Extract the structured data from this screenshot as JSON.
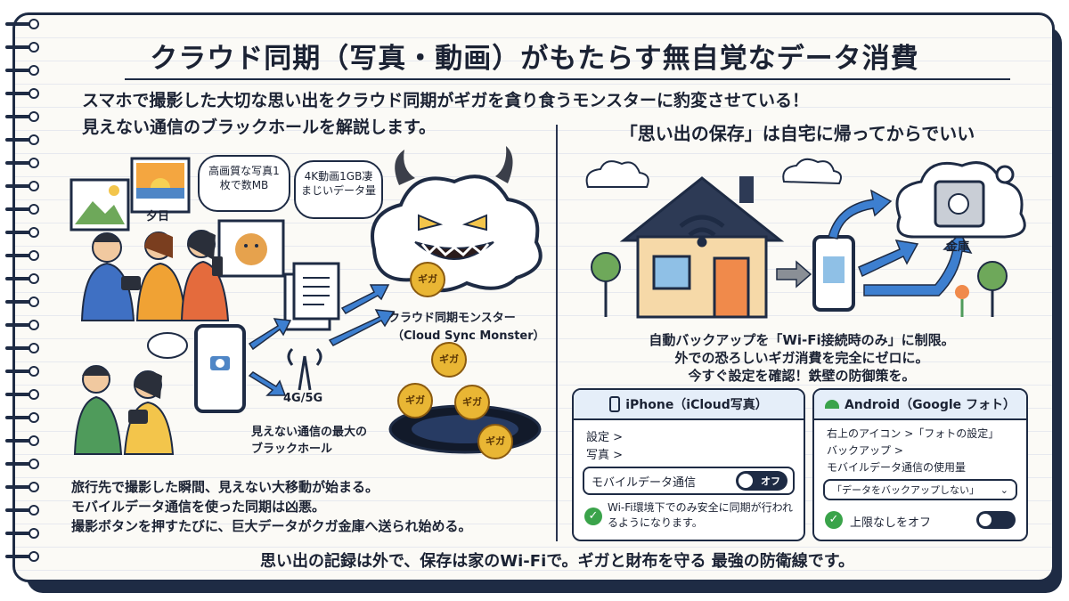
{
  "title": "クラウド同期（写真・動画）がもたらす無自覚なデータ消費",
  "intro": {
    "line1": "スマホで撮影した大切な思い出をクラウド同期がギガを貪り食うモンスターに豹変させている！",
    "line2": "見えない通信のブラックホールを解説します。"
  },
  "left": {
    "bubble1": "高画質な写真1枚で数MB",
    "bubble2": "4K動画1GB凄まじいデータ量",
    "sunset_label": "夕日",
    "monster_label_jp": "クラウド同期モンスター",
    "monster_label_en": "（Cloud Sync Monster）",
    "coin_text": "ギガ",
    "network_label": "4G/5G",
    "blackhole_label": "見えない通信の最大のブラックホール",
    "footer": [
      "旅行先で撮影した瞬間、見えない大移動が始まる。",
      "モバイルデータ通信を使った同期は凶悪。",
      "撮影ボタンを押すたびに、巨大データがクガ金庫へ送られ始める。"
    ]
  },
  "right": {
    "heading": "「思い出の保存」は自宅に帰ってからでいい",
    "vault_label": "金庫",
    "middle_text": [
      "自動バックアップを「Wi-Fi接続時のみ」に制限。",
      "外での恐ろしいギガ消費を完全にゼロに。",
      "今すぐ設定を確認！鉄壁の防御策を。"
    ],
    "ios": {
      "title": "iPhone（iCloud写真）",
      "line1": "設定 >",
      "line2": "写真 >",
      "setting_label": "モバイルデータ通信",
      "toggle_label": "オフ",
      "note": "Wi-Fi環境下でのみ安全に同期が行われるようになります。"
    },
    "android": {
      "title": "Android（Google フォト）",
      "line1": "右上のアイコン >「フォトの設定」",
      "line2": "バックアップ >",
      "line3": "モバイルデータ通信の使用量",
      "dropdown": "「データをバックアップしない」",
      "setting_label": "上限なしをオフ"
    }
  },
  "bottom_line": "思い出の記録は外で、保存は家のWi-Fiで。ギガと財布を守る 最強の防衛線です。",
  "colors": {
    "navy": "#1e2b44",
    "house": "#f6d9a8",
    "roof": "#2d3a55",
    "coin": "#e9b634",
    "arrow": "#3d7fd0",
    "check": "#3aa34a"
  }
}
